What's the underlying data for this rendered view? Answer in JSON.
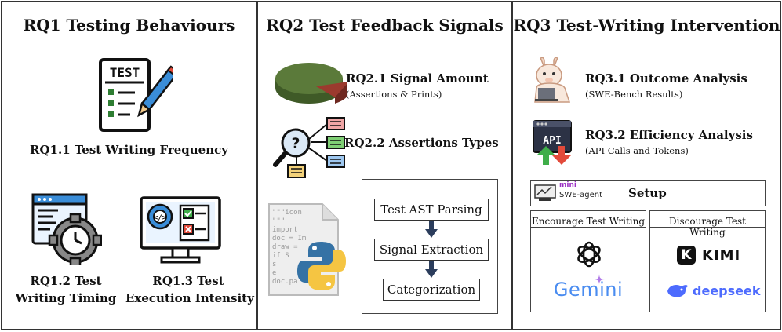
{
  "rq1": {
    "title": "RQ1 Testing Behaviours",
    "test_icon_text": "TEST",
    "rq1_1": "RQ1.1 Test Writing Frequency",
    "rq1_2_line1": "RQ1.2 Test",
    "rq1_2_line2": "Writing Timing",
    "rq1_3_line1": "RQ1.3 Test",
    "rq1_3_line2": "Execution Intensity"
  },
  "rq2": {
    "title": "RQ2 Test Feedback Signals",
    "rq2_1": "RQ2.1 Signal Amount",
    "rq2_1_sub": "(Assertions & Prints)",
    "rq2_2": "RQ2.2 Assertions Types",
    "steps": [
      "Test AST Parsing",
      "Signal Extraction",
      "Categorization"
    ],
    "code_lines": [
      "\"\"\"icon",
      "\"\"\"",
      "import",
      "doc = Im",
      "draw =",
      "if S",
      "s",
      "e",
      "doc.pa"
    ]
  },
  "rq3": {
    "title": "RQ3 Test-Writing Intervention",
    "rq3_1": "RQ3.1 Outcome Analysis",
    "rq3_1_sub": "(SWE-Bench Results)",
    "rq3_2": "RQ3.2 Efficiency Analysis",
    "rq3_2_sub": "(API Calls and Tokens)",
    "api_text": "API",
    "setup": "Setup",
    "agent_mini": "mini",
    "agent_name": "SWE-agent",
    "encourage": "Encourage Test Writing",
    "discourage": "Discourage Test Writing",
    "gemini": "Gemini",
    "kimi": "KIMI",
    "kimi_mark": "K",
    "deepseek": "deepseek"
  },
  "colors": {
    "border": "#333333",
    "pie_green": "#5b7a3a",
    "pie_red": "#9b3a2e",
    "icon_blue": "#3a8dd8",
    "icon_green": "#3fae49",
    "icon_red": "#e34a3a",
    "arrow_navy": "#2b3d5c",
    "gemini_blue": "#4a8cf0",
    "deepseek_blue": "#4d6bfe"
  }
}
